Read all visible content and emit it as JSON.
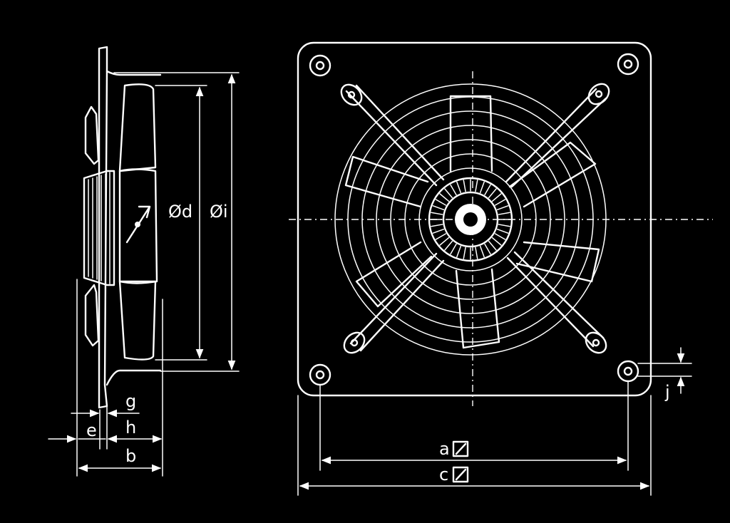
{
  "colors": {
    "background": "#000000",
    "line": "#ffffff"
  },
  "side_view": {
    "labels": {
      "d": "Ød",
      "i": "Øi",
      "e": "e",
      "g": "g",
      "h": "h",
      "b": "b"
    }
  },
  "front_view": {
    "labels": {
      "a": "a",
      "c": "c",
      "j": "j"
    },
    "square_symbol": "square-icon"
  }
}
